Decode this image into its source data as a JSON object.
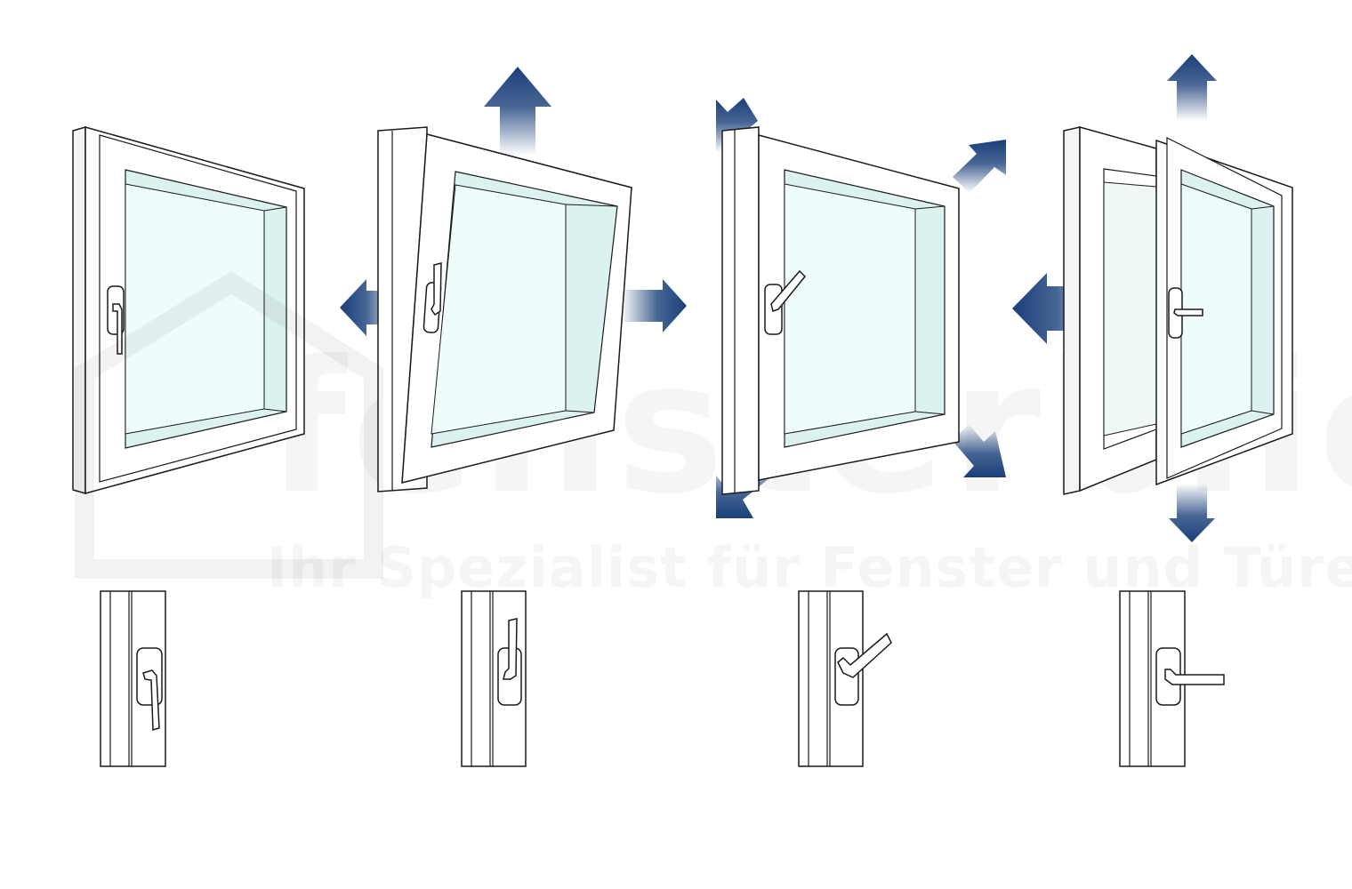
{
  "watermark": {
    "brand": "fensterblick",
    "tagline": "Ihr Spezialist für Fenster und Türen"
  },
  "colors": {
    "arrow": "#1a3f7a",
    "glass": "#dcf2f0",
    "glass_light": "#eefcfb",
    "frame": "#ffffff",
    "stroke": "#1a1a1a",
    "background": "#ffffff"
  },
  "panels": [
    {
      "mode": "closed",
      "handle": "down"
    },
    {
      "mode": "tilt",
      "handle": "up"
    },
    {
      "mode": "parallel-slide",
      "handle": "diagonal"
    },
    {
      "mode": "turn",
      "handle": "horizontal"
    }
  ]
}
